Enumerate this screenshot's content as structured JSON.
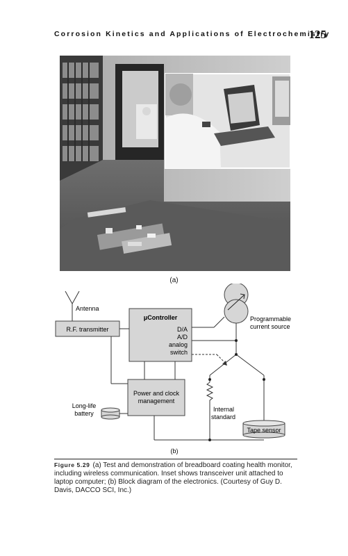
{
  "header": {
    "running_title": "Corrosion Kinetics and Applications of Electrochemistry",
    "page_number": "125"
  },
  "photo": {
    "label": "(a)"
  },
  "diagram": {
    "antenna": "Antenna",
    "rf_transmitter": "R.F. transmitter",
    "controller_title": "μController",
    "controller_da": "D/A",
    "controller_ad": "A/D",
    "controller_analog": "analog",
    "controller_switch": "switch",
    "current_source_line1": "Programmable",
    "current_source_line2": "current source",
    "power_line1": "Power and clock",
    "power_line2": "management",
    "battery_line1": "Long-life",
    "battery_line2": "battery",
    "internal_line1": "Internal",
    "internal_line2": "standard",
    "tape_sensor": "Tape sensor",
    "label": "(b)"
  },
  "caption": {
    "figure_label": "Figure 5.29",
    "text": "(a) Test and demonstration of breadboard coating health monitor, including wireless communication. Inset shows transceiver unit attached to laptop computer; (b) Block diagram of the electronics. (Courtesy of Guy D. Davis, DACCO SCI, Inc.)"
  }
}
